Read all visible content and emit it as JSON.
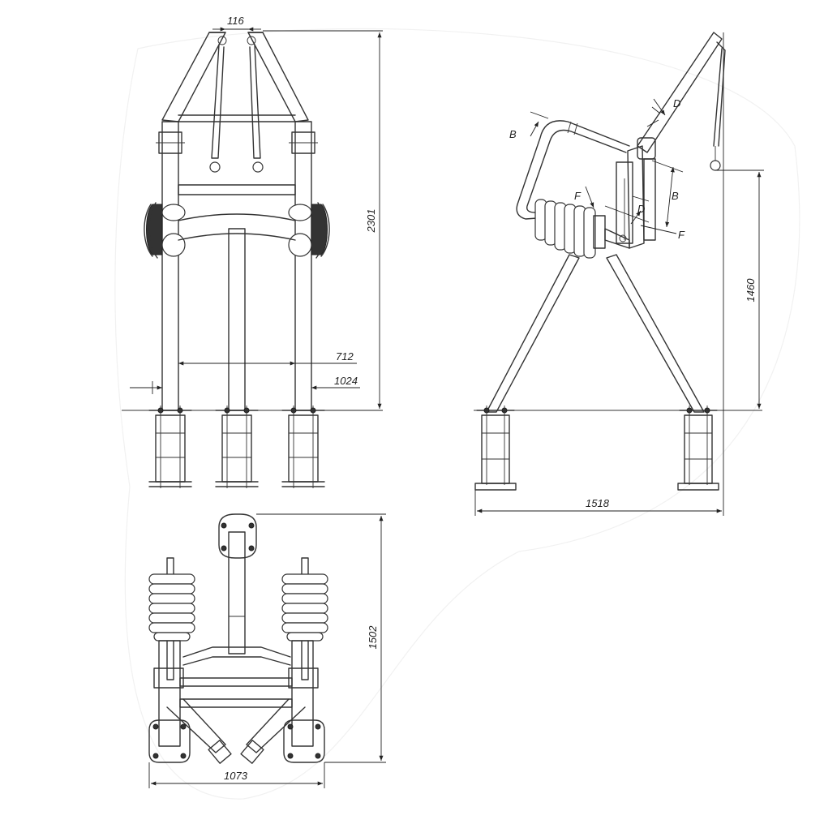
{
  "dimensions": {
    "front_top_width": "116",
    "front_height": "2301",
    "front_inner_width": "712",
    "front_outer_width": "1024",
    "side_height": "1460",
    "side_base_width": "1518",
    "top_length": "1502",
    "top_width": "1073"
  },
  "section_labels": {
    "b_upper": "B",
    "b_lower": "B",
    "d_upper": "D",
    "d_lower": "D",
    "f_upper": "F",
    "f_lower": "F"
  },
  "colors": {
    "line": "#333333",
    "background": "#ffffff"
  }
}
